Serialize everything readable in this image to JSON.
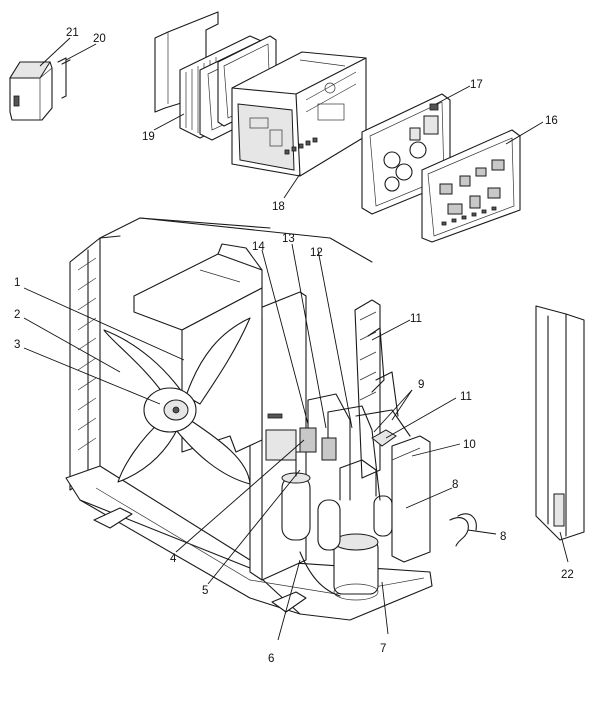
{
  "diagram": {
    "callouts": [
      {
        "id": "c1",
        "text": "1"
      },
      {
        "id": "c2",
        "text": "2"
      },
      {
        "id": "c3",
        "text": "3"
      },
      {
        "id": "c4",
        "text": "4"
      },
      {
        "id": "c5",
        "text": "5"
      },
      {
        "id": "c6",
        "text": "6"
      },
      {
        "id": "c7",
        "text": "7"
      },
      {
        "id": "c8a",
        "text": "8"
      },
      {
        "id": "c8b",
        "text": "8"
      },
      {
        "id": "c9",
        "text": "9"
      },
      {
        "id": "c10",
        "text": "10"
      },
      {
        "id": "c11",
        "text": "11"
      },
      {
        "id": "c12",
        "text": "12"
      },
      {
        "id": "c13",
        "text": "13"
      },
      {
        "id": "c14",
        "text": "14"
      },
      {
        "id": "c15",
        "text": "15"
      },
      {
        "id": "c16",
        "text": "16"
      },
      {
        "id": "c17",
        "text": "17"
      },
      {
        "id": "c18",
        "text": "18"
      },
      {
        "id": "c19",
        "text": "19"
      },
      {
        "id": "c20",
        "text": "20"
      },
      {
        "id": "c21",
        "text": "21"
      },
      {
        "id": "c22",
        "text": "22"
      }
    ]
  }
}
